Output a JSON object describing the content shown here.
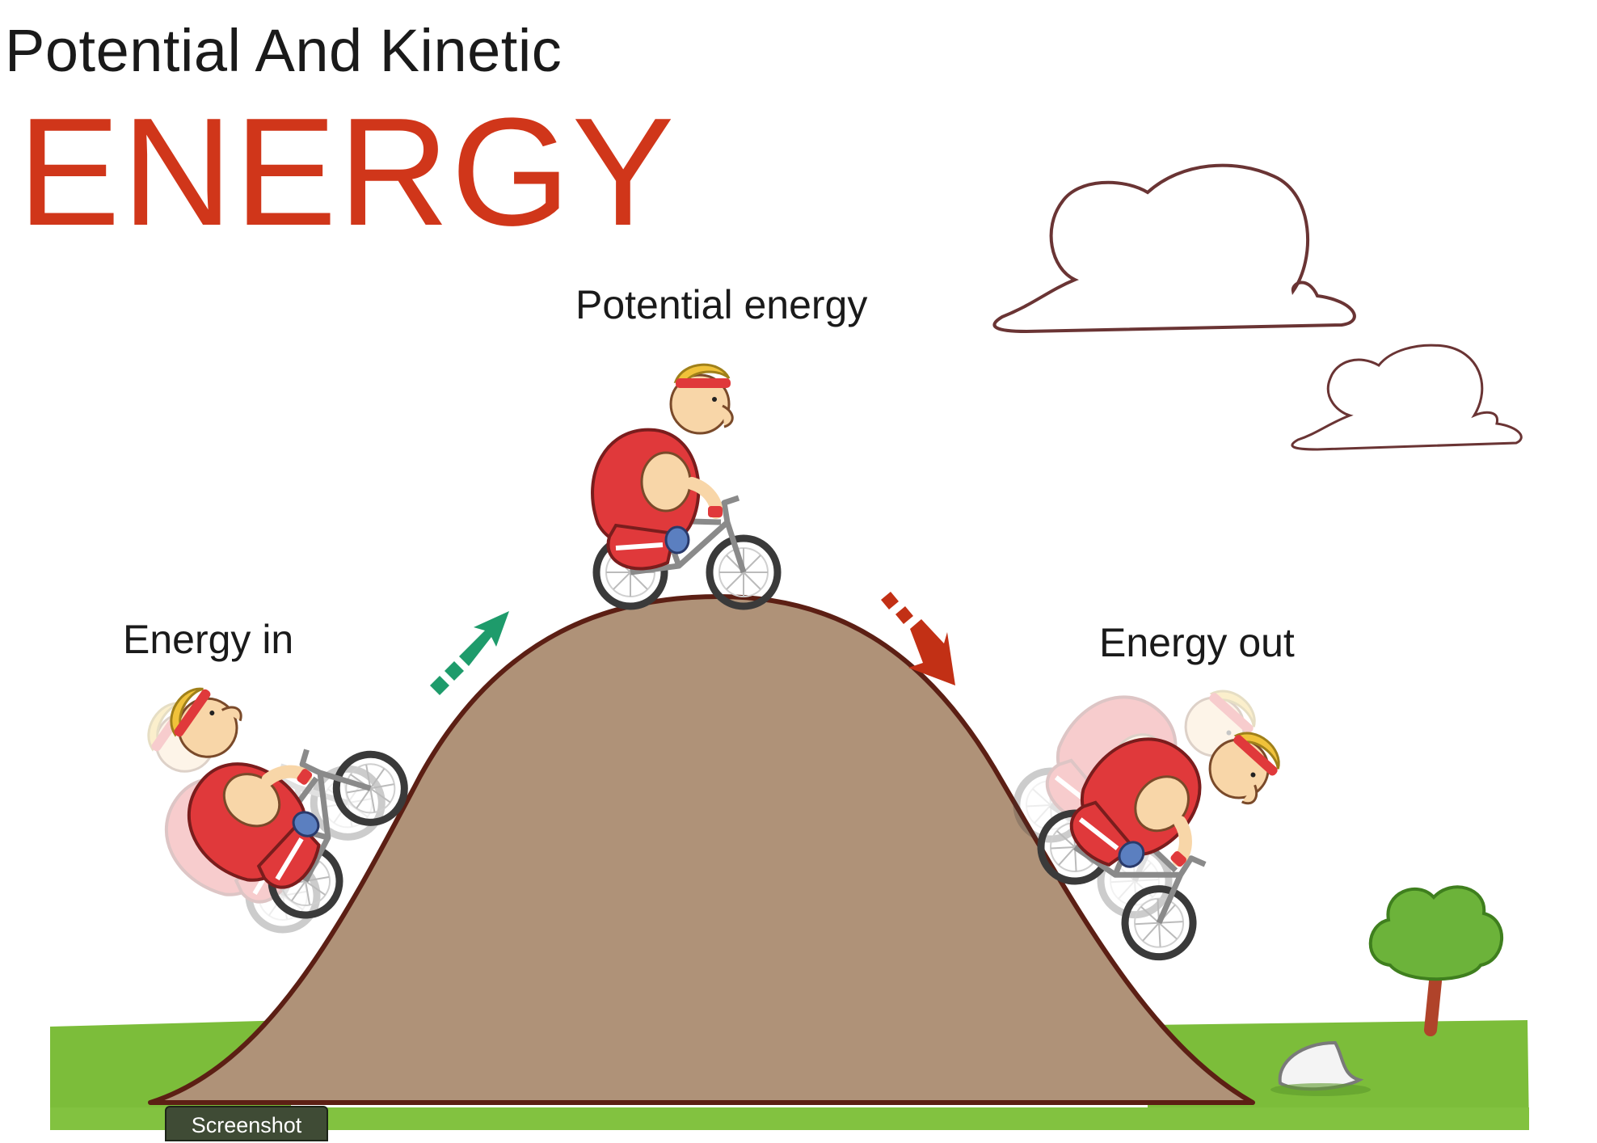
{
  "header": {
    "subtitle": "Potential And Kinetic",
    "title": "ENERGY"
  },
  "labels": {
    "potential": "Potential energy",
    "energy_in": "Energy in",
    "energy_out": "Energy out"
  },
  "tab": {
    "label": "Screenshot"
  },
  "colors": {
    "title": "#d0361a",
    "hill": "#af9278",
    "hill_outline": "#5c1f14",
    "grass": "#7cbd3a",
    "arrow_up": "#1e9b6b",
    "arrow_down": "#c23015",
    "jersey": "#e0393b",
    "hair": "#f0c23a",
    "skin": "#f8d6a8",
    "cloud_outline": "#6a3434",
    "tree_foliage": "#6cb33a",
    "tree_trunk": "#b0432a"
  },
  "icons": {
    "cyclist": "cyclist-icon",
    "arrow_up": "arrow-up-right-icon",
    "arrow_down": "arrow-down-right-icon",
    "cloud": "cloud-icon",
    "tree": "tree-icon",
    "rock": "rock-icon"
  }
}
